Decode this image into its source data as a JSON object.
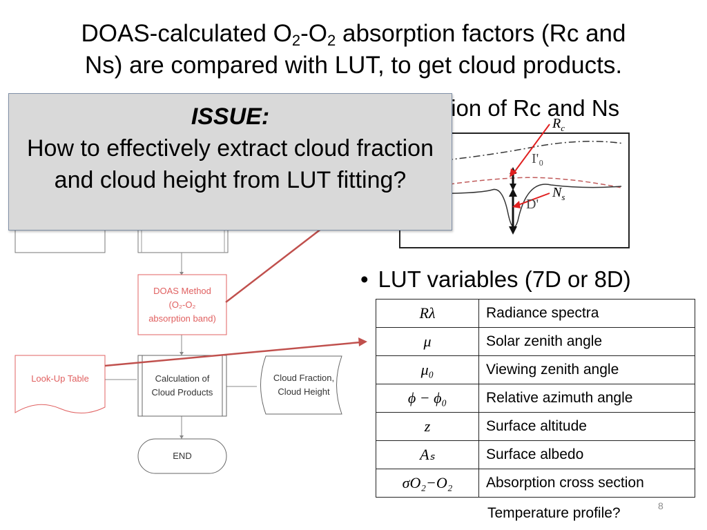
{
  "slide": {
    "title_line1_a": "DOAS-calculated O",
    "title_sub1": "2",
    "title_mid": "-O",
    "title_sub2": "2",
    "title_line1_b": " absorption factors (Rc and",
    "title_line2": "Ns) are compared with LUT, to get cloud products.",
    "calc_heading": "ulation of Rc and Ns",
    "curve_labels": {
      "rc": "R",
      "rc_sub": "c",
      "ns": "N",
      "ns_sub": "s",
      "i0": "I'₀",
      "d": "D'"
    },
    "issue": {
      "heading": "ISSUE:",
      "text": "How to effectively extract cloud fraction and cloud height from LUT fitting?"
    },
    "flowchart": {
      "doas": "DOAS Method (O₂-O₂ absorption band)",
      "lut": "Look-Up Table",
      "calc": "Calculation of Cloud Products",
      "output": "Cloud Fraction, Cloud Height",
      "end": "END"
    },
    "bullet": "LUT variables (7D or 8D)",
    "table": [
      {
        "symbol": "Rλ",
        "desc": "Radiance spectra"
      },
      {
        "symbol": "μ",
        "desc": "Solar zenith angle"
      },
      {
        "symbol": "μ₀",
        "desc": "Viewing zenith angle"
      },
      {
        "symbol": "ϕ − ϕ₀",
        "desc": "Relative azimuth angle"
      },
      {
        "symbol": "z",
        "desc": "Surface altitude"
      },
      {
        "symbol": "Aₛ",
        "desc": "Surface albedo"
      },
      {
        "symbol": "σO₂−O₂",
        "desc": "Absorption cross section"
      }
    ],
    "temperature": "Temperature profile?",
    "page_number": "8",
    "colors": {
      "arrow_red": "#c0504d",
      "issue_bg": "#d9d9d9",
      "flow_red": "#e06060"
    }
  }
}
